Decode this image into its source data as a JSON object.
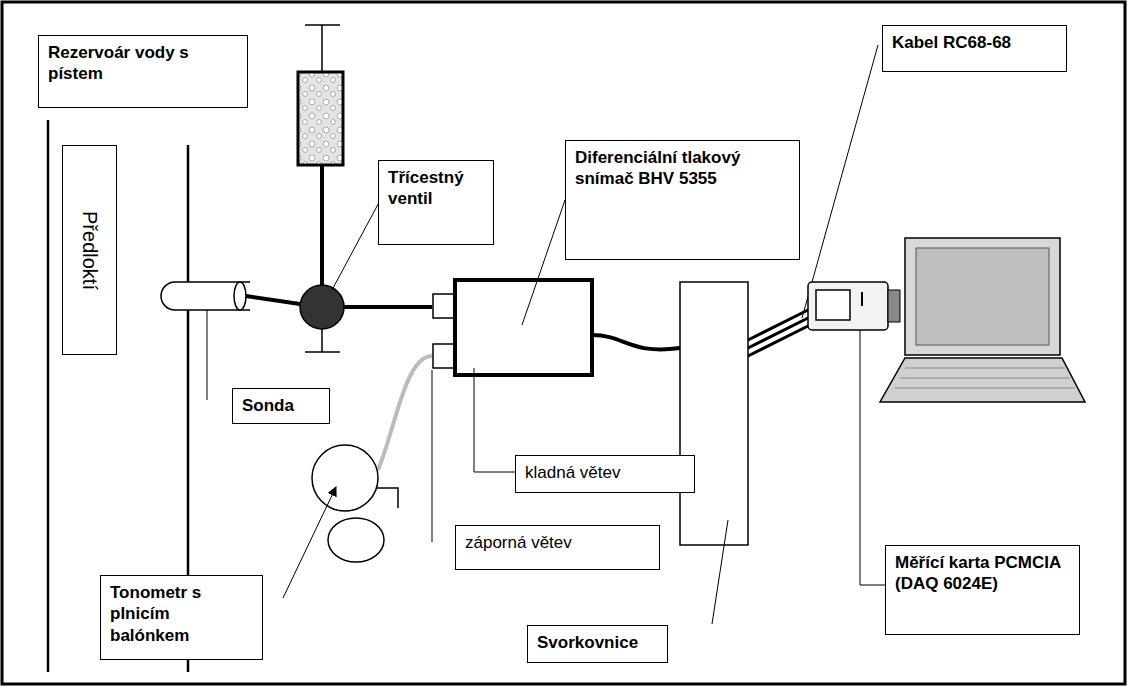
{
  "diagram": {
    "nodes": [
      {
        "text": [
          "Rezervoár vody s pístem"
        ]
      },
      {
        "text": [
          "Předloktí"
        ]
      },
      {
        "text": [
          "Třícestný ventil"
        ]
      },
      {
        "text": [
          "Diferenciální tlakový snímač BHV 5355"
        ]
      },
      {
        "text": [
          "Kabel RC68-68"
        ]
      },
      {
        "text": [
          "Sonda"
        ]
      },
      {
        "text": [
          "kladná větev"
        ]
      },
      {
        "text": [
          "záporná větev"
        ]
      },
      {
        "text": [
          "Tonometr s plnicím balónkem"
        ]
      },
      {
        "text": [
          "Svorkovnice"
        ]
      },
      {
        "text": [
          "Měřící karta PCMCIA (DAQ 6024E)"
        ]
      }
    ]
  }
}
